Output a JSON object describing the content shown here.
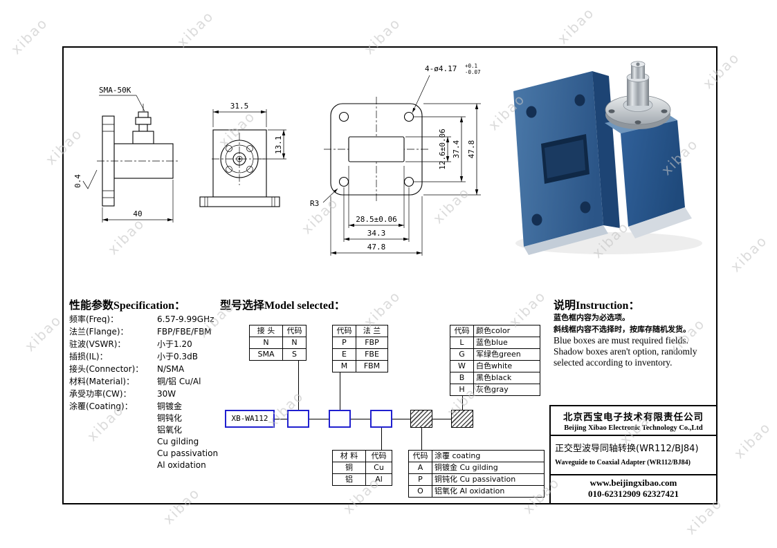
{
  "watermark": "xibao",
  "colors": {
    "required_box_blue": "#1f1fcf",
    "product_blue": "#2f5f97"
  },
  "drawing": {
    "sma_label": "SMA-50K",
    "dim_depth": "40",
    "roughness": "0.4",
    "dim_body_width": "31.5",
    "dim_connector_offset": "13.1",
    "dim_holes": "4-ø4.17",
    "tol_plus": "+0.1",
    "tol_minus": "-0.07",
    "dim_aperture_h": "12.6±0.06",
    "dim_hole_span_v": "37.4",
    "dim_flange_h": "47.8",
    "dim_aperture_w": "28.5±0.06",
    "dim_hole_span_h": "34.3",
    "dim_flange_w": "47.8",
    "corner_radius": "R3"
  },
  "spec": {
    "title": "性能参数Specification：",
    "rows": [
      {
        "label": "频率(Freq)：",
        "value": "6.57-9.99GHz"
      },
      {
        "label": "法兰(Flange)：",
        "value": "FBP/FBE/FBM"
      },
      {
        "label": "驻波(VSWR)：",
        "value": "小于1.20"
      },
      {
        "label": "插损(IL)：",
        "value": "小于0.3dB"
      },
      {
        "label": "接头(Connector)：",
        "value": "N/SMA"
      },
      {
        "label": "材料(Material)：",
        "value": "铜/铝 Cu/Al"
      },
      {
        "label": "承受功率(CW)：",
        "value": "30W"
      },
      {
        "label": "涂覆(Coating)：",
        "value": "铜镀金"
      }
    ],
    "coating_extra": [
      "铜钝化",
      "铝氧化",
      "Cu gilding",
      "Cu passivation",
      "Al oxidation"
    ]
  },
  "model": {
    "title": "型号选择Model selected：",
    "base_model": "XB-WA112",
    "connector_table": {
      "headers": [
        "接 头",
        "代码"
      ],
      "rows": [
        [
          "N",
          "N"
        ],
        [
          "SMA",
          "S"
        ]
      ]
    },
    "flange_table": {
      "headers": [
        "代码",
        "法 兰"
      ],
      "rows": [
        [
          "P",
          "FBP"
        ],
        [
          "E",
          "FBE"
        ],
        [
          "M",
          "FBM"
        ]
      ]
    },
    "color_table": {
      "headers": [
        "代码",
        "颜色color"
      ],
      "rows": [
        [
          "L",
          "蓝色blue"
        ],
        [
          "G",
          "军绿色green"
        ],
        [
          "W",
          "白色white"
        ],
        [
          "B",
          "黑色black"
        ],
        [
          "H",
          "灰色gray"
        ]
      ]
    },
    "material_table": {
      "headers": [
        "材 料",
        "代码"
      ],
      "rows": [
        [
          "铜",
          "Cu"
        ],
        [
          "铝",
          "Al"
        ]
      ]
    },
    "coating_table": {
      "headers": [
        "代码",
        "涂覆 coating"
      ],
      "rows": [
        [
          "A",
          "铜镀金 Cu gilding"
        ],
        [
          "P",
          "铜钝化 Cu passivation"
        ],
        [
          "O",
          "铝氧化 Al oxidation"
        ]
      ]
    }
  },
  "instruction": {
    "title": "说明Instruction：",
    "lines": [
      "蓝色框内容为必选项。",
      "斜线框内容不选择时，按库存随机发货。",
      "Blue boxes are must required fields.",
      "Shadow boxes aren't option, randomly",
      "selected according to inventory."
    ]
  },
  "company": {
    "name_cn": "北京西宝电子技术有限责任公司",
    "name_en": "Beijing Xibao Electronic Technology Co.,Ltd",
    "product_cn": "正交型波导同轴转换(WR112/BJ84)",
    "product_en": "Waveguide to Coaxial Adapter (WR112/BJ84)",
    "website": "www.beijingxibao.com",
    "phone": "010-62312909 62327421"
  }
}
